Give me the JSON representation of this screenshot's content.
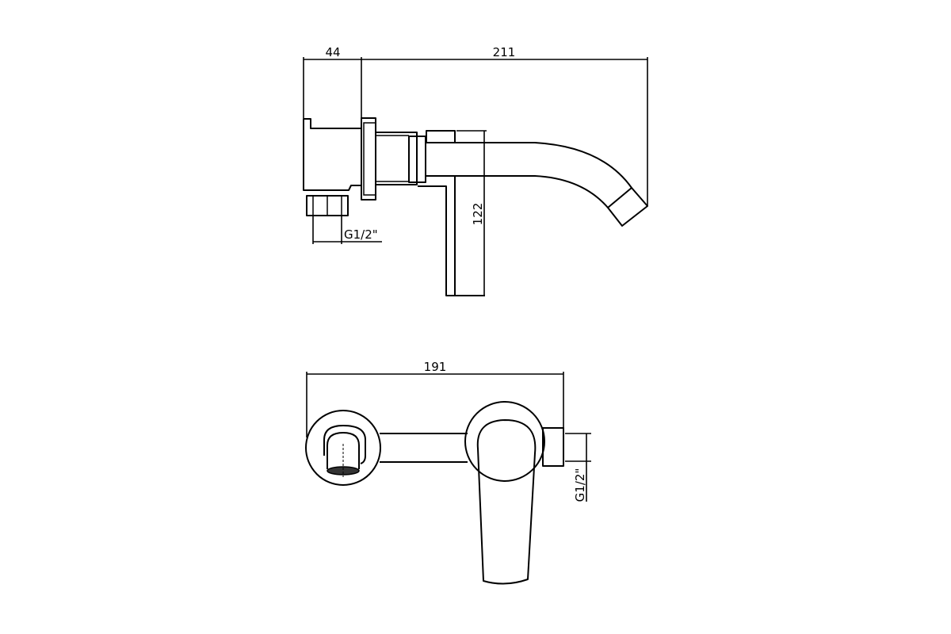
{
  "drawing": {
    "side_view": {
      "dim_body_depth": "44",
      "dim_total_projection": "211",
      "dim_height": "122",
      "dim_inlet_thread": "G1/2\""
    },
    "front_view": {
      "dim_total_width": "191",
      "dim_outlet_thread": "G1/2\""
    },
    "colors": {
      "line": "#000000",
      "background": "#ffffff"
    }
  }
}
